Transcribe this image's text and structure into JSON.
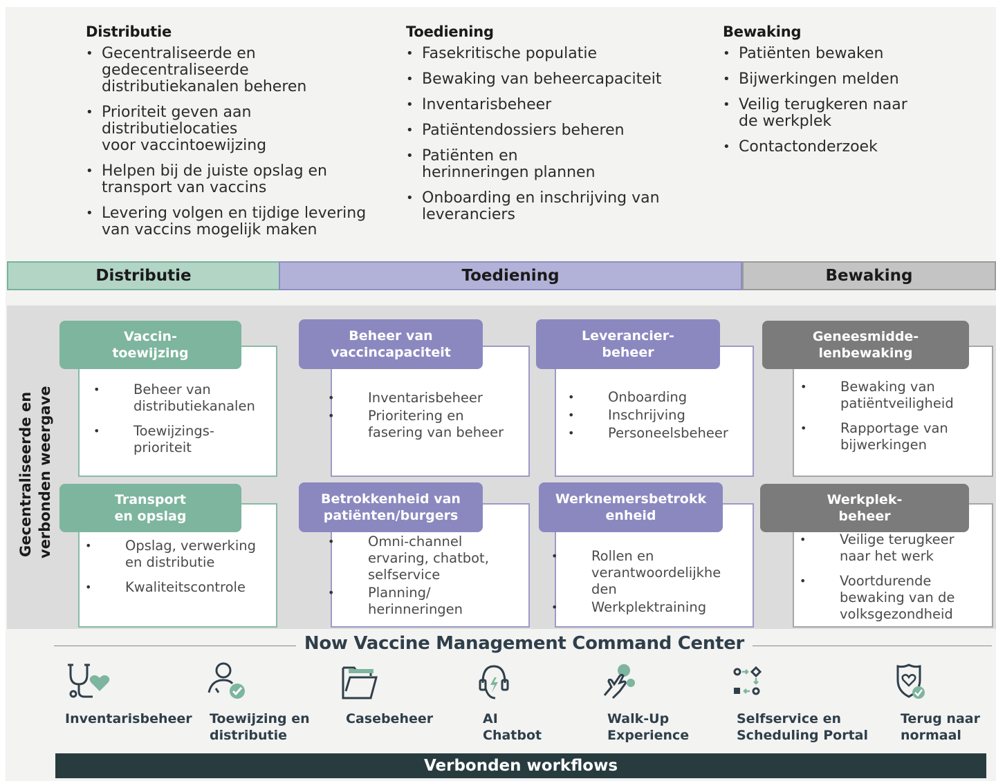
{
  "colors": {
    "distributie": "#7db59e",
    "toediening": "#8b88c0",
    "bewaking": "#7b7b7b",
    "workflows_bar": "#283c40"
  },
  "top": {
    "columns": [
      {
        "title": "Distributie",
        "items": [
          [
            "Gecentraliseerde en",
            "gedecentraliseerde",
            "distributiekanalen beheren"
          ],
          [
            "Prioriteit geven aan",
            "distributielocaties",
            "voor vaccintoewijzing"
          ],
          [
            "Helpen bij de juiste opslag en",
            "transport van vaccins"
          ],
          [
            "Levering volgen en tijdige levering",
            "van vaccins mogelijk maken"
          ]
        ]
      },
      {
        "title": "Toediening",
        "items": [
          [
            "Fasekritische populatie"
          ],
          [
            "Bewaking van beheercapaciteit"
          ],
          [
            "Inventarisbeheer"
          ],
          [
            "Patiëntendossiers beheren"
          ],
          [
            "Patiënten en",
            "herinneringen plannen"
          ],
          [
            "Onboarding en inschrijving van",
            "leveranciers"
          ]
        ]
      },
      {
        "title": "Bewaking",
        "items": [
          [
            "Patiënten bewaken"
          ],
          [
            "Bijwerkingen melden"
          ],
          [
            "Veilig terugkeren naar",
            "de werkplek"
          ],
          [
            "Contactonderzoek"
          ]
        ]
      }
    ]
  },
  "phases": {
    "distributie": "Distributie",
    "toediening": "Toediening",
    "bewaking": "Bewaking"
  },
  "side_label": [
    "Gecentraliseerde en",
    "verbonden weergave"
  ],
  "cards": {
    "vaccintoewijzing": {
      "title": [
        "Vaccin-",
        "toewijzing"
      ],
      "items": [
        [
          "Beheer van",
          "distributiekanalen"
        ],
        [
          "Toewijzings-",
          "prioriteit"
        ]
      ]
    },
    "vaccincapaciteit": {
      "title": [
        "Beheer van",
        "vaccincapaciteit"
      ],
      "items": [
        [
          "Inventarisbeheer"
        ],
        [
          "Prioritering en",
          "fasering van beheer"
        ]
      ]
    },
    "leverancierbeheer": {
      "title": [
        "Leverancier-",
        "beheer"
      ],
      "items": [
        [
          "Onboarding"
        ],
        [
          "Inschrijving"
        ],
        [
          "Personeelsbeheer"
        ]
      ]
    },
    "geneesmiddelenbewaking": {
      "title": [
        "Geneesmidde-",
        "lenbewaking"
      ],
      "items": [
        [
          "Bewaking van",
          "patiëntveiligheid"
        ],
        [
          "Rapportage van",
          "bijwerkingen"
        ]
      ]
    },
    "transport": {
      "title": [
        "Transport",
        "en opslag"
      ],
      "items": [
        [
          "Opslag, verwerking",
          "en distributie"
        ],
        [
          "Kwaliteitscontrole"
        ]
      ]
    },
    "betrokkenheid": {
      "title": [
        "Betrokkenheid van",
        "patiënten/burgers"
      ],
      "items": [
        [
          "Omni-channel",
          "ervaring, chatbot,",
          "selfservice"
        ],
        [
          "Planning/",
          "herinneringen"
        ]
      ]
    },
    "werknemers": {
      "title": [
        "Werknemersbetrokk",
        "enheid"
      ],
      "items": [
        [
          "Rollen en",
          "verantwoordelijkhe",
          "den"
        ],
        [
          "Werkplektraining"
        ]
      ]
    },
    "werkplekbeheer": {
      "title": [
        "Werkplek-",
        "beheer"
      ],
      "items": [
        [
          "Veilige terugkeer",
          "naar het werk"
        ],
        [
          "Voortdurende",
          "bewaking van de",
          "volksgezondheid"
        ]
      ]
    }
  },
  "command_center": {
    "title": "Now Vaccine Management Command Center",
    "tools": [
      {
        "icon": "stethoscope-heart-icon",
        "label": [
          "Inventarisbeheer"
        ]
      },
      {
        "icon": "user-check-icon",
        "label": [
          "Toewijzing en",
          "distributie"
        ]
      },
      {
        "icon": "open-folder-icon",
        "label": [
          "Casebeheer"
        ]
      },
      {
        "icon": "headset-icon",
        "label": [
          "AI",
          "Chatbot"
        ]
      },
      {
        "icon": "touch-hand-icon",
        "label": [
          "Walk-Up",
          "Experience"
        ]
      },
      {
        "icon": "workflow-shapes-icon",
        "label": [
          "Selfservice en",
          "Scheduling Portal"
        ]
      },
      {
        "icon": "shield-heart-icon",
        "label": [
          "Terug naar",
          "normaal"
        ]
      }
    ],
    "footer": "Verbonden workflows"
  }
}
